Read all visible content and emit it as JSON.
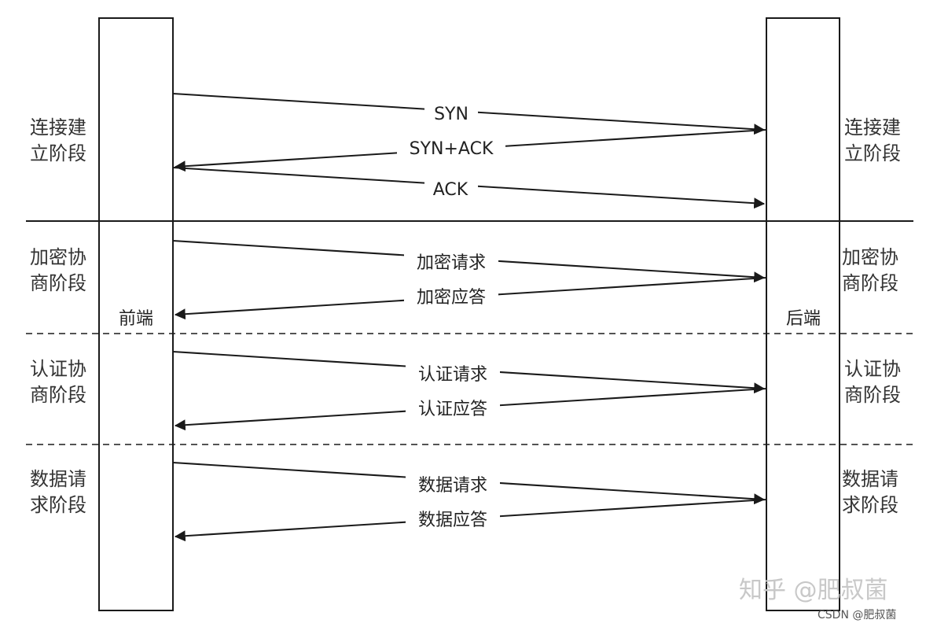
{
  "lanes": {
    "frontend": "前端",
    "backend": "后端"
  },
  "phases": [
    {
      "left": [
        "连接建",
        "立阶段"
      ],
      "right": [
        "连接建",
        "立阶段"
      ],
      "messages": [
        {
          "label": "SYN",
          "direction": "to-backend"
        },
        {
          "label": "SYN+ACK",
          "direction": "to-frontend"
        },
        {
          "label": "ACK",
          "direction": "to-backend"
        }
      ]
    },
    {
      "left": [
        "加密协",
        "商阶段"
      ],
      "right": [
        "加密协",
        "商阶段"
      ],
      "messages": [
        {
          "label": "加密请求",
          "direction": "to-backend"
        },
        {
          "label": "加密应答",
          "direction": "to-frontend"
        }
      ]
    },
    {
      "left": [
        "认证协",
        "商阶段"
      ],
      "right": [
        "认证协",
        "商阶段"
      ],
      "messages": [
        {
          "label": "认证请求",
          "direction": "to-backend"
        },
        {
          "label": "认证应答",
          "direction": "to-frontend"
        }
      ]
    },
    {
      "left": [
        "数据请",
        "求阶段"
      ],
      "right": [
        "数据请",
        "求阶段"
      ],
      "messages": [
        {
          "label": "数据请求",
          "direction": "to-backend"
        },
        {
          "label": "数据应答",
          "direction": "to-frontend"
        }
      ]
    }
  ],
  "watermark": {
    "zhihu": "知乎 @肥叔菌",
    "csdn": "CSDN @肥叔菌"
  },
  "colors": {
    "line": "#1a1a1a",
    "text": "#222222"
  }
}
